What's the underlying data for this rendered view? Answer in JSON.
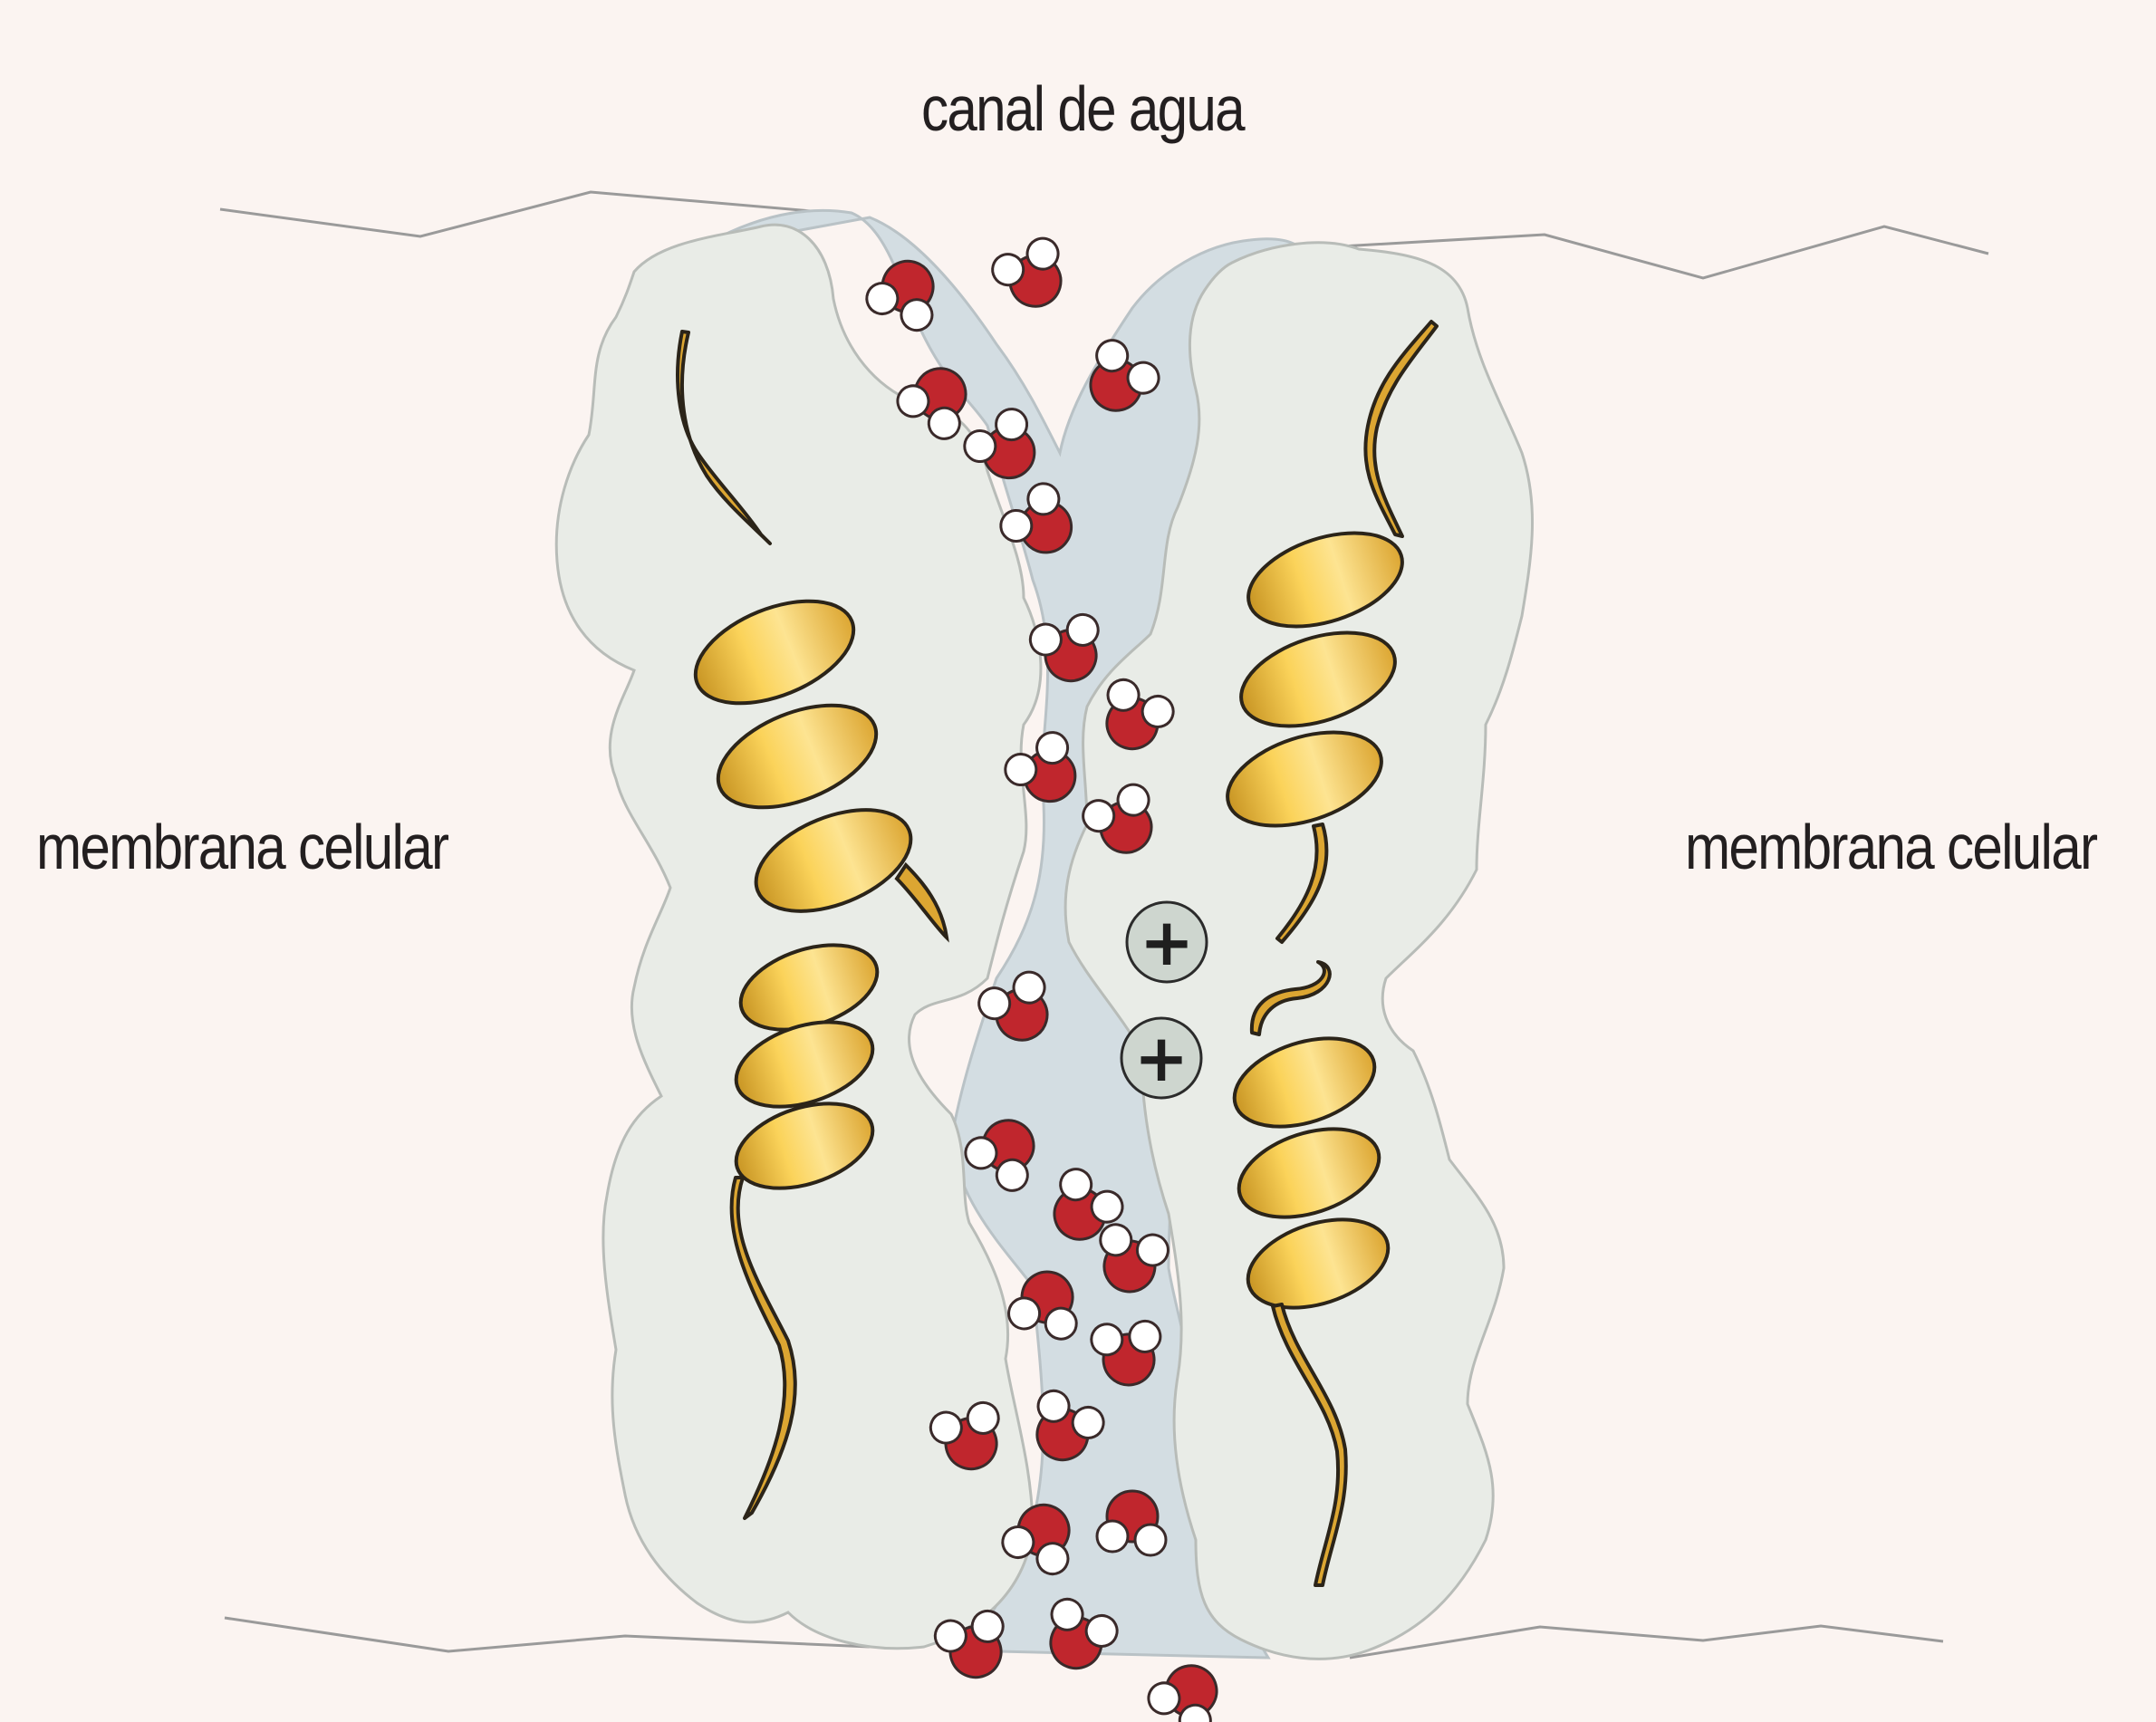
{
  "labels": {
    "channel": "canal de agua",
    "membrane_left": "membrana celular",
    "membrane_right": "membrana celular"
  },
  "charges": [
    "+",
    "+"
  ],
  "colors": {
    "background": "#fbf4f1",
    "membrane_line": "#9a9a9a",
    "protein_fill": "#e9ece7",
    "protein_outline": "#b8bcb8",
    "channel_fill": "#d3dde2",
    "helix_light": "#fbd35a",
    "helix_dark": "#b88a18",
    "helix_outline": "#2b2419",
    "water_oxygen": "#c0262d",
    "water_hydrogen": "#ffffff",
    "charge_fill": "#ced6cf"
  },
  "icons": [
    "water-molecule-icon",
    "positive-charge-icon",
    "alpha-helix-icon"
  ]
}
